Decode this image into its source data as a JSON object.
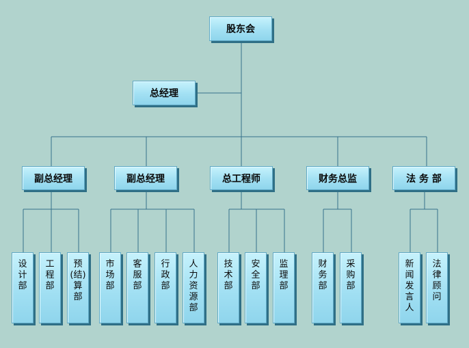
{
  "chart": {
    "board": "股东会",
    "gm": "总经理",
    "vp1": "副总经理",
    "vp2": "副总经理",
    "chief_engineer": "总工程师",
    "cfo": "财务总监",
    "legal": "法 务 部",
    "depts": {
      "design": "设\n计\n部",
      "engineering": "工\n程\n部",
      "budget": "预\n(结)\n算\n部",
      "marketing": "市\n场\n部",
      "customer_service": "客\n服\n部",
      "admin": "行\n政\n部",
      "hr": "人\n力\n资\n源\n部",
      "technology": "技\n术\n部",
      "safety": "安\n全\n部",
      "supervision": "监\n理\n部",
      "finance": "财\n务\n部",
      "purchasing": "采\n购\n部",
      "spokesperson": "新\n闻\n发\n言\n人",
      "legal_advisor": "法\n律\n顾\n问"
    }
  }
}
